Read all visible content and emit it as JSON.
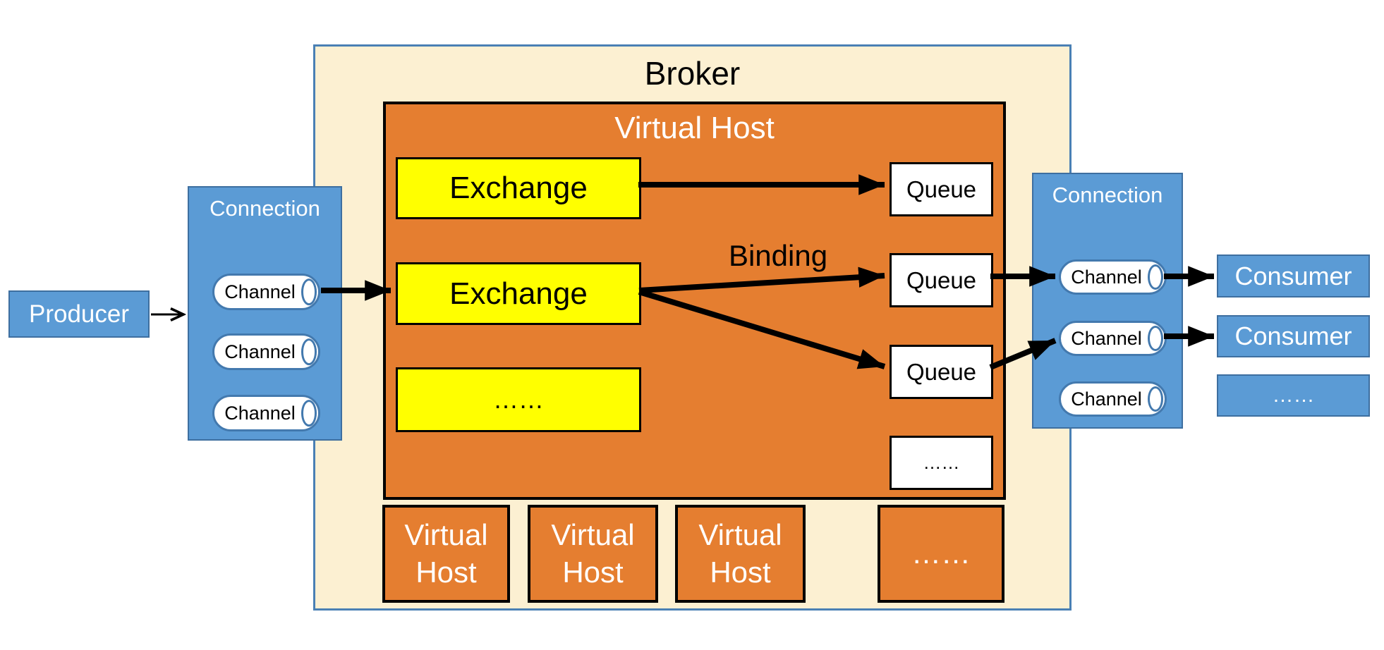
{
  "colors": {
    "blue": "#5B9BD5",
    "blue_border": "#3E6FA0",
    "chan_border": "#4379AE",
    "orange": "#E57E30",
    "cream": "#FCF0D2",
    "broker_border": "#4A80B4",
    "yellow": "#FFFF00"
  },
  "producer": {
    "label": "Producer"
  },
  "broker": {
    "label": "Broker"
  },
  "left_connection": {
    "label": "Connection",
    "channels": [
      "Channel",
      "Channel",
      "Channel"
    ]
  },
  "virtual_host": {
    "label": "Virtual Host",
    "exchanges": [
      "Exchange",
      "Exchange",
      "……"
    ],
    "binding_label": "Binding",
    "queues": [
      "Queue",
      "Queue",
      "Queue",
      "……"
    ]
  },
  "virtual_host_tiles": [
    "Virtual Host",
    "Virtual Host",
    "Virtual Host",
    "……"
  ],
  "right_connection": {
    "label": "Connection",
    "channels": [
      "Channel",
      "Channel",
      "Channel"
    ]
  },
  "consumers": [
    "Consumer",
    "Consumer",
    "……"
  ]
}
